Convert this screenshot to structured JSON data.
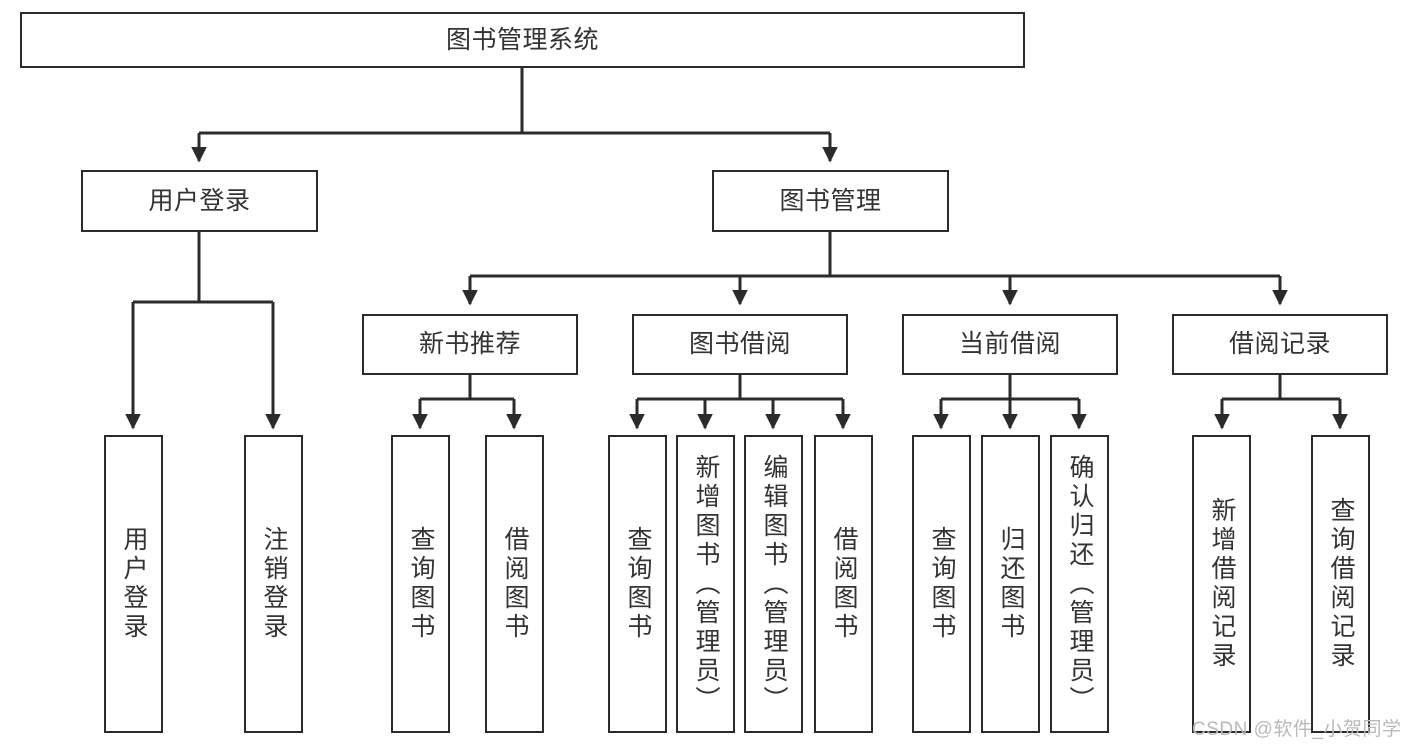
{
  "diagram": {
    "title": "图书管理系统",
    "type": "hierarchy-tree",
    "watermark": "CSDN @软件_小贺同学",
    "colors": {
      "border": "#2b2b2b",
      "text": "#333333",
      "background": "#ffffff",
      "watermark": "#b9b9b9"
    },
    "nodes": {
      "root": {
        "label": "图书管理系统"
      },
      "level2": [
        {
          "label": "用户登录"
        },
        {
          "label": "图书管理"
        }
      ],
      "level3": [
        {
          "label": "新书推荐"
        },
        {
          "label": "图书借阅"
        },
        {
          "label": "当前借阅"
        },
        {
          "label": "借阅记录"
        }
      ],
      "leaves_user_login": [
        {
          "label": "用户登录"
        },
        {
          "label": "注销登录"
        }
      ],
      "leaves_new_book": [
        {
          "label": "查询图书"
        },
        {
          "label": "借阅图书"
        }
      ],
      "leaves_borrow": [
        {
          "label": "查询图书"
        },
        {
          "label": "新增图书（管理员）"
        },
        {
          "label": "编辑图书（管理员）"
        },
        {
          "label": "借阅图书"
        }
      ],
      "leaves_current": [
        {
          "label": "查询图书"
        },
        {
          "label": "归还图书"
        },
        {
          "label": "确认归还（管理员）"
        }
      ],
      "leaves_record": [
        {
          "label": "新增借阅记录"
        },
        {
          "label": "查询借阅记录"
        }
      ]
    }
  }
}
